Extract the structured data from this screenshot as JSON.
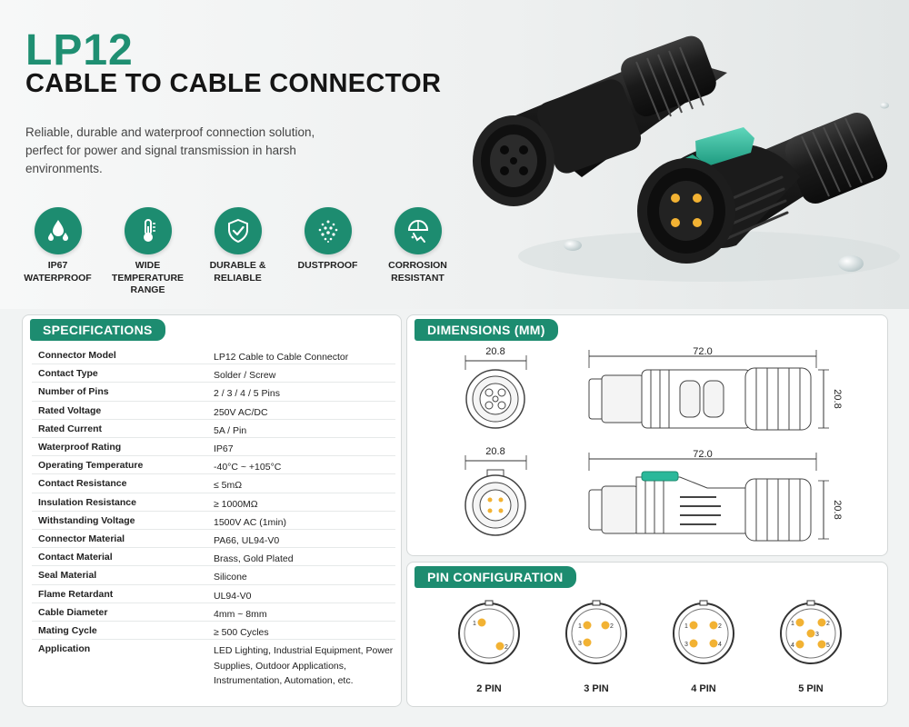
{
  "header": {
    "title": "LP12",
    "subtitle": "CABLE TO CABLE CONNECTOR",
    "tagline": "Reliable, durable and waterproof connection solution, perfect for power and signal transmission in harsh environments."
  },
  "features": [
    {
      "icon": "droplets-icon",
      "label": "IP67 WATERPROOF"
    },
    {
      "icon": "thermometer-icon",
      "label": "WIDE TEMPERATURE RANGE"
    },
    {
      "icon": "shield-check-icon",
      "label": "DURABLE & RELIABLE"
    },
    {
      "icon": "dust-icon",
      "label": "DUSTPROOF"
    },
    {
      "icon": "corrosion-icon",
      "label": "CORROSION RESISTANT"
    }
  ],
  "specs": {
    "heading": "SPECIFICATIONS",
    "rows": [
      {
        "key": "Connector Model",
        "value": "LP12 Cable to Cable Connector"
      },
      {
        "key": "Contact Type",
        "value": "Solder / Screw"
      },
      {
        "key": "Number of Pins",
        "value": "2 / 3 / 4 / 5 Pins"
      },
      {
        "key": "Rated Voltage",
        "value": "250V AC/DC"
      },
      {
        "key": "Rated Current",
        "value": "5A / Pin"
      },
      {
        "key": "Waterproof Rating",
        "value": "IP67"
      },
      {
        "key": "Operating Temperature",
        "value": "-40°C ~ +105°C"
      },
      {
        "key": "Contact Resistance",
        "value": "≤ 5mΩ"
      },
      {
        "key": "Insulation Resistance",
        "value": "≥ 1000MΩ"
      },
      {
        "key": "Withstanding Voltage",
        "value": "1500V AC (1min)"
      },
      {
        "key": "Connector Material",
        "value": "PA66, UL94-V0"
      },
      {
        "key": "Contact Material",
        "value": "Brass, Gold Plated"
      },
      {
        "key": "Seal Material",
        "value": "Silicone"
      },
      {
        "key": "Flame Retardant",
        "value": "UL94-V0"
      },
      {
        "key": "Cable Diameter",
        "value": "4mm ~ 8mm"
      },
      {
        "key": "Mating Cycle",
        "value": "≥ 500 Cycles"
      },
      {
        "key": "Application",
        "value": "LED Lighting, Industrial Equipment, Power Supplies, Outdoor Applications, Instrumentation, Automation, etc."
      }
    ]
  },
  "dimensions": {
    "heading": "DIMENSIONS (MM)",
    "female": {
      "front_width": "20.8",
      "length": "72.0",
      "height": "20.8"
    },
    "male": {
      "front_width": "20.8",
      "length": "72.0",
      "height": "20.8"
    }
  },
  "pin_config": {
    "heading": "PIN CONFIGURATION",
    "items": [
      {
        "label": "2 PIN",
        "numbers": [
          "1",
          "2"
        ]
      },
      {
        "label": "3 PIN",
        "numbers": [
          "1",
          "2",
          "3"
        ]
      },
      {
        "label": "4 PIN",
        "numbers": [
          "1",
          "2",
          "3",
          "4"
        ]
      },
      {
        "label": "5 PIN",
        "numbers": [
          "1",
          "2",
          "3",
          "4",
          "5"
        ]
      }
    ]
  },
  "colors": {
    "accent": "#1d8c70",
    "title": "#1f8f72",
    "pin_gold": "#f2b233",
    "latch": "#2ab89a"
  }
}
